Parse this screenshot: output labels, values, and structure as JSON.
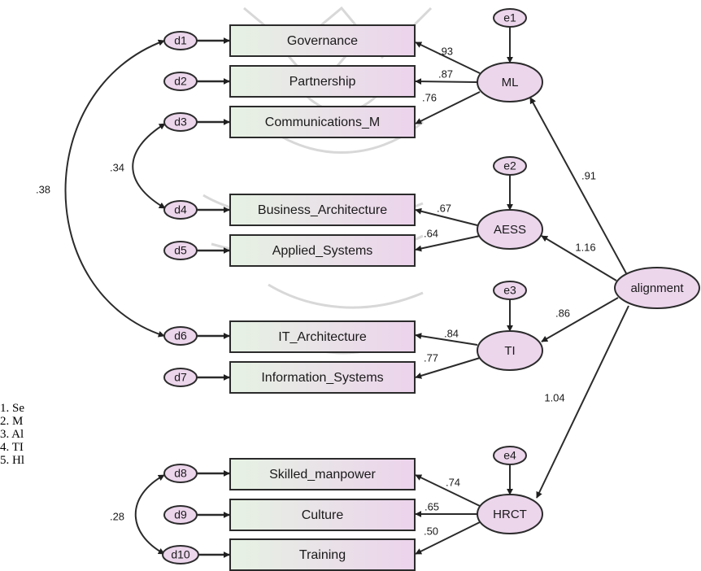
{
  "colors": {
    "box_fill_left": "#e6f2e3",
    "box_fill_right": "#ecd3ec",
    "ellipse_fill": "#ecd6ec",
    "line": "#2b2b2b",
    "text": "#1a1a1a"
  },
  "side_notes": [
    "1. Se",
    "2. M",
    "3. Al",
    "4. TI",
    "5. Hl"
  ],
  "observed": [
    {
      "id": "governance",
      "label": "Governance"
    },
    {
      "id": "partnership",
      "label": "Partnership"
    },
    {
      "id": "communications",
      "label": "Communications_M"
    },
    {
      "id": "business",
      "label": "Business_Architecture"
    },
    {
      "id": "applied",
      "label": "Applied_Systems"
    },
    {
      "id": "itarch",
      "label": "IT_Architecture"
    },
    {
      "id": "infosys",
      "label": "Information_Systems"
    },
    {
      "id": "skilled",
      "label": "Skilled_manpower"
    },
    {
      "id": "culture",
      "label": "Culture"
    },
    {
      "id": "training",
      "label": "Training"
    }
  ],
  "measurement_errors": [
    {
      "id": "d1",
      "label": "d1"
    },
    {
      "id": "d2",
      "label": "d2"
    },
    {
      "id": "d3",
      "label": "d3"
    },
    {
      "id": "d4",
      "label": "d4"
    },
    {
      "id": "d5",
      "label": "d5"
    },
    {
      "id": "d6",
      "label": "d6"
    },
    {
      "id": "d7",
      "label": "d7"
    },
    {
      "id": "d8",
      "label": "d8"
    },
    {
      "id": "d9",
      "label": "d9"
    },
    {
      "id": "d10",
      "label": "d10"
    }
  ],
  "latents": [
    {
      "id": "ml",
      "label": "ML"
    },
    {
      "id": "aess",
      "label": "AESS"
    },
    {
      "id": "ti",
      "label": "TI"
    },
    {
      "id": "hrct",
      "label": "HRCT"
    },
    {
      "id": "alignment",
      "label": "alignment"
    }
  ],
  "disturbances": [
    {
      "id": "e1",
      "label": "e1",
      "target": "ml"
    },
    {
      "id": "e2",
      "label": "e2",
      "target": "aess"
    },
    {
      "id": "e3",
      "label": "e3",
      "target": "ti"
    },
    {
      "id": "e4",
      "label": "e4",
      "target": "hrct"
    }
  ],
  "loadings": [
    {
      "from": "ml",
      "to": "governance",
      "value": ".93"
    },
    {
      "from": "ml",
      "to": "partnership",
      "value": ".87"
    },
    {
      "from": "ml",
      "to": "communications",
      "value": ".76"
    },
    {
      "from": "aess",
      "to": "business",
      "value": ".67"
    },
    {
      "from": "aess",
      "to": "applied",
      "value": ".64"
    },
    {
      "from": "ti",
      "to": "itarch",
      "value": ".84"
    },
    {
      "from": "ti",
      "to": "infosys",
      "value": ".77"
    },
    {
      "from": "hrct",
      "to": "skilled",
      "value": ".74"
    },
    {
      "from": "hrct",
      "to": "culture",
      "value": ".65"
    },
    {
      "from": "hrct",
      "to": "training",
      "value": ".50"
    }
  ],
  "structural_paths": [
    {
      "from": "alignment",
      "to": "ml",
      "value": ".91"
    },
    {
      "from": "alignment",
      "to": "aess",
      "value": "1.16"
    },
    {
      "from": "alignment",
      "to": "ti",
      "value": ".86"
    },
    {
      "from": "alignment",
      "to": "hrct",
      "value": "1.04"
    }
  ],
  "covariances": [
    {
      "a": "d1",
      "b": "d6",
      "value": ".38"
    },
    {
      "a": "d3",
      "b": "d4",
      "value": ".34"
    },
    {
      "a": "d8",
      "b": "d10",
      "value": ".28"
    }
  ]
}
